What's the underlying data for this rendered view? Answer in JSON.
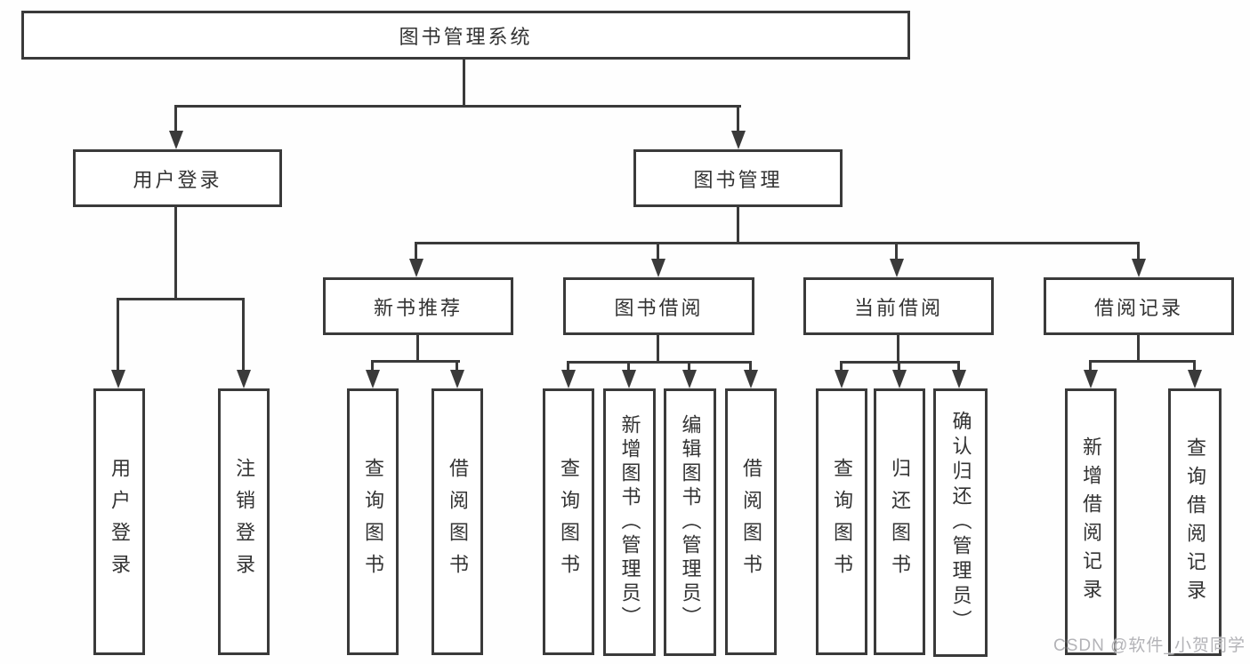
{
  "diagram": {
    "root": {
      "label": "图书管理系统"
    },
    "branches": [
      {
        "label": "用户登录",
        "children": [
          {
            "label": "用户登录"
          },
          {
            "label": "注销登录"
          }
        ]
      },
      {
        "label": "图书管理",
        "children": [
          {
            "label": "新书推荐",
            "children": [
              {
                "label": "查询图书"
              },
              {
                "label": "借阅图书"
              }
            ]
          },
          {
            "label": "图书借阅",
            "children": [
              {
                "label": "查询图书"
              },
              {
                "label": "新增图书（管理员）"
              },
              {
                "label": "编辑图书（管理员）"
              },
              {
                "label": "借阅图书"
              }
            ]
          },
          {
            "label": "当前借阅",
            "children": [
              {
                "label": "查询图书"
              },
              {
                "label": "归还图书"
              },
              {
                "label": "确认归还（管理员）"
              }
            ]
          },
          {
            "label": "借阅记录",
            "children": [
              {
                "label": "新增借阅记录"
              },
              {
                "label": "查询借阅记录"
              }
            ]
          }
        ]
      }
    ]
  },
  "watermark": {
    "text": "CSDN @软件_小贺同学"
  },
  "colors": {
    "line": "#3a3a3a",
    "text": "#333333",
    "watermark": "#b3b3b7",
    "background": "#fefefe"
  }
}
